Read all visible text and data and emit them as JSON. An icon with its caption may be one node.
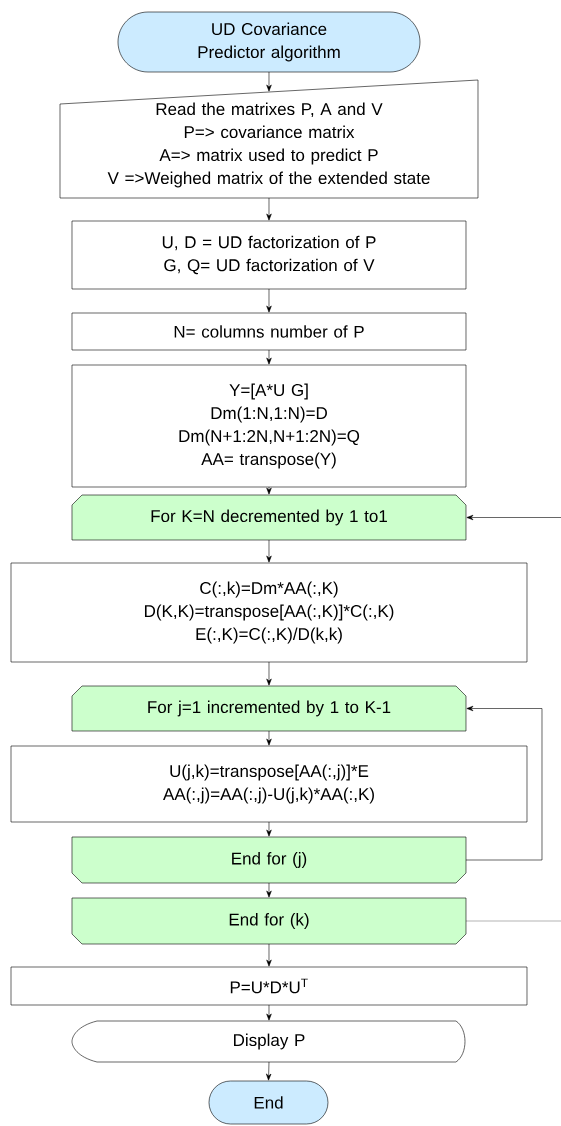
{
  "diagram": {
    "nodes": [
      {
        "text": [
          "UD Covariance Predictor algorithm"
        ]
      },
      {
        "text": [
          "Read the matrixes P, A and V",
          "P=> covariance matrix",
          "A=> matrix used to predict P",
          "V =>Weighed matrix of the extended state"
        ]
      },
      {
        "text": [
          "U, D = UD factorization of P",
          "G, Q= UD factorization of V"
        ]
      },
      {
        "text": [
          "N= columns number of P"
        ]
      },
      {
        "text": [
          "Y=[A*U  G]",
          "Dm(1:N,1:N)=D",
          "Dm(N+1:2N,N+1:2N)=Q",
          "AA= transpose(Y)"
        ]
      },
      {
        "text": [
          "For K=N decremented by 1 to1"
        ]
      },
      {
        "text": [
          "C(:,k)=Dm*AA(:,K)",
          "D(K,K)=transpose[AA(:,K)]*C(:,K)",
          "E(:,K)=C(:,K)/D(k,k)"
        ]
      },
      {
        "text": [
          "For j=1 incremented by 1 to K-1"
        ]
      },
      {
        "text": [
          "U(j,k)=transpose[AA(:,j)]*E",
          "AA(:,j)=AA(:,j)-U(j,k)*AA(:,K)"
        ]
      },
      {
        "text": [
          "End for (j)"
        ]
      },
      {
        "text": [
          "End for (k)"
        ]
      },
      {
        "text": [
          "P=U*D*U$^{T}$"
        ]
      },
      {
        "text": [
          "Display P"
        ]
      },
      {
        "text": [
          "End"
        ]
      }
    ],
    "edges": [
      {
        "from": 0,
        "to": 1,
        "arrow": "to"
      },
      {
        "from": 1,
        "to": 2,
        "arrow": "to"
      },
      {
        "from": 2,
        "to": 3,
        "arrow": "to"
      },
      {
        "from": 3,
        "to": 4,
        "arrow": "to"
      },
      {
        "from": 4,
        "to": 5,
        "arrow": "to"
      },
      {
        "from": 5,
        "to": 6,
        "arrow": "to"
      },
      {
        "from": 6,
        "to": 7,
        "arrow": "to"
      },
      {
        "from": 7,
        "to": 8,
        "arrow": "to"
      },
      {
        "from": 8,
        "to": 9,
        "arrow": "to"
      },
      {
        "from": 9,
        "to": 10,
        "arrow": "to"
      },
      {
        "from": 10,
        "to": 11,
        "arrow": "to"
      },
      {
        "from": 11,
        "to": 12,
        "arrow": "to"
      },
      {
        "from": 12,
        "to": 13,
        "arrow": "to"
      },
      {
        "from": 9,
        "to": 7,
        "arrow": "to"
      },
      {
        "from": 10,
        "to": null,
        "arrow": "none"
      },
      {
        "from": null,
        "to": 5,
        "arrow": "to"
      }
    ]
  }
}
